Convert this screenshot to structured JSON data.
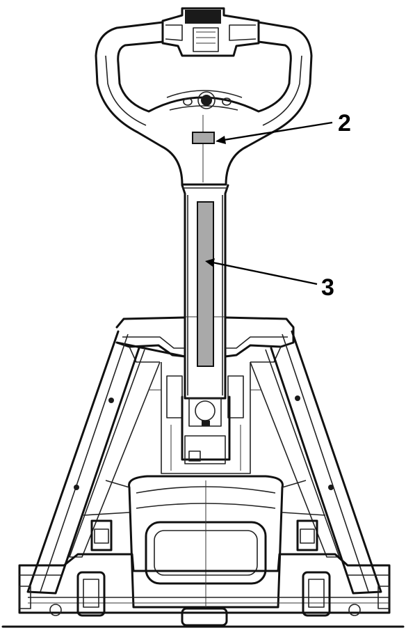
{
  "callouts": [
    {
      "number": "2",
      "target": "label-plate-on-handle-head"
    },
    {
      "number": "3",
      "target": "label-strip-on-tiller-arm"
    }
  ],
  "colors": {
    "line": "#111111",
    "label_fill": "#a9a9a9",
    "background": "#ffffff"
  }
}
